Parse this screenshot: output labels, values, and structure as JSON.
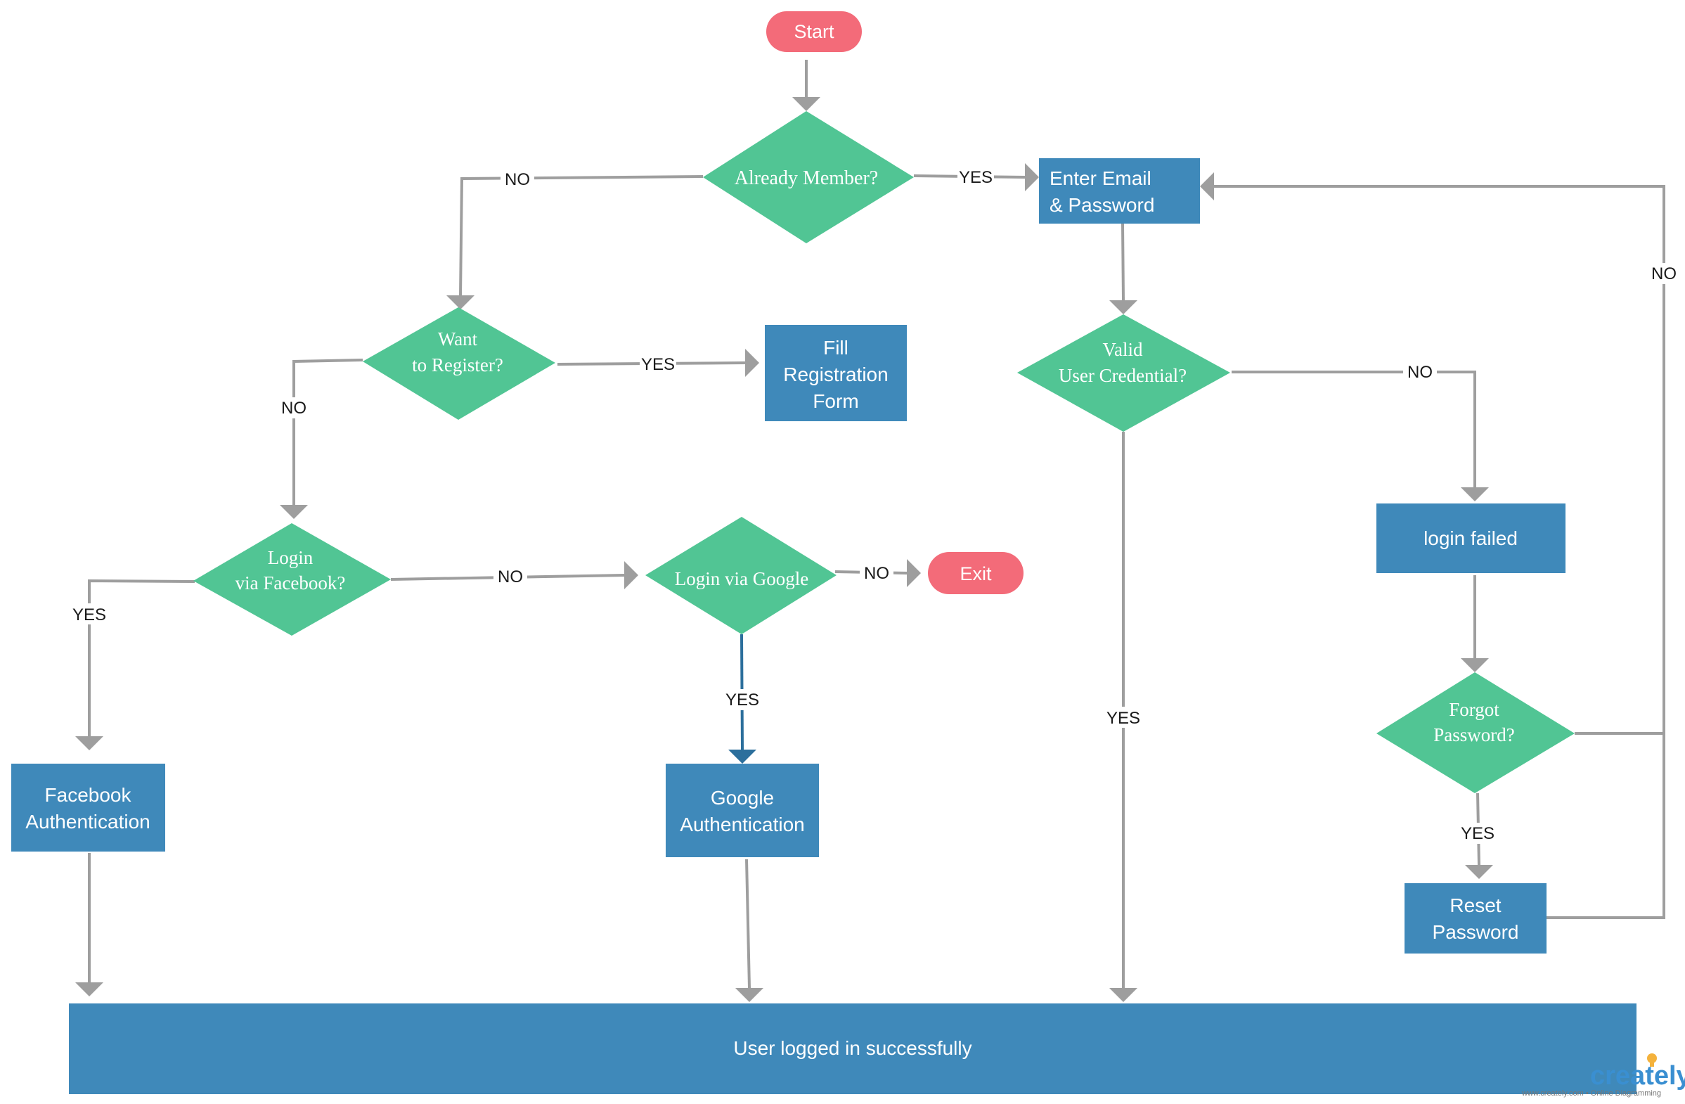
{
  "colors": {
    "process": "#3f89ba",
    "decision": "#51c594",
    "terminal": "#f36b79",
    "connector": "#9e9e9e",
    "connector_highlight": "#2c6f9c",
    "brand": "#3a8fd1",
    "brand_bulb": "#f4b23c"
  },
  "nodes": {
    "start": "Start",
    "already_member": "Already Member?",
    "enter_email": [
      "Enter Email",
      "& Password"
    ],
    "want_register": [
      "Want",
      "to Register?"
    ],
    "fill_registration": [
      "Fill",
      "Registration",
      "Form"
    ],
    "valid_credential": [
      "Valid",
      "User Credential?"
    ],
    "login_facebook": [
      "Login",
      "via Facebook?"
    ],
    "login_google": "Login via  Google",
    "exit": "Exit",
    "login_failed": "login failed",
    "forgot_password": [
      "Forgot",
      "Password?"
    ],
    "facebook_auth": [
      "Facebook",
      "Authentication"
    ],
    "google_auth": [
      "Google",
      "Authentication"
    ],
    "reset_password": [
      "Reset",
      "Password"
    ],
    "logged_in": "User logged in successfully"
  },
  "edge_labels": {
    "member_no": "NO",
    "member_yes": "YES",
    "register_no": "NO",
    "register_yes": "YES",
    "valid_no": "NO",
    "valid_yes": "YES",
    "loop_no": "NO",
    "facebook_no": "NO",
    "facebook_yes": "YES",
    "google_no": "NO",
    "google_yes": "YES",
    "forgot_yes": "YES"
  },
  "branding": {
    "logo": "creately",
    "tagline": "www.creately.com • Online Diagramming"
  }
}
